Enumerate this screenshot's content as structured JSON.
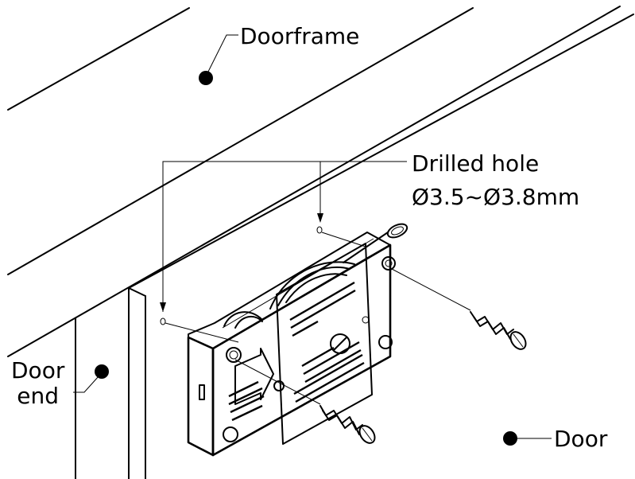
{
  "labels": {
    "doorframe": "Doorframe",
    "drilled_hole": "Drilled hole",
    "hole_diameter": "Ø3.5~Ø3.8mm",
    "door_end_line1": "Door",
    "door_end_line2": "end",
    "door": "Door"
  },
  "colors": {
    "line": "#000000",
    "background": "#ffffff"
  }
}
